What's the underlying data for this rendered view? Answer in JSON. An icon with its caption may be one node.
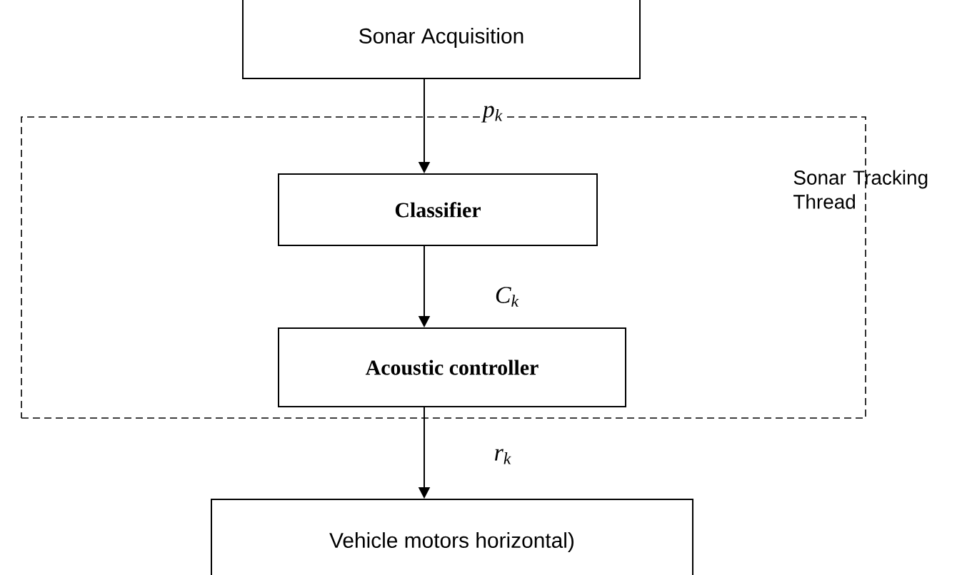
{
  "diagram": {
    "nodes": [
      {
        "text": [
          "Sonar Acquisition"
        ]
      },
      {
        "text": [
          "Sonar Tracking Thread"
        ]
      },
      {
        "text": [
          "Classifier"
        ],
        "in": 1
      },
      {
        "text": [
          "Acoustic controller"
        ],
        "in": 1
      },
      {
        "text": [
          "Vehicle motors horizontal)"
        ]
      }
    ],
    "edges": [
      {
        "from": 0,
        "to": 2,
        "arrow": "to",
        "label": "p$_{k}$"
      },
      {
        "from": 2,
        "to": 3,
        "arrow": "to",
        "label": "C$_{k}$"
      },
      {
        "from": 3,
        "to": 4,
        "arrow": "to",
        "label": "r$_{k}$"
      }
    ]
  }
}
